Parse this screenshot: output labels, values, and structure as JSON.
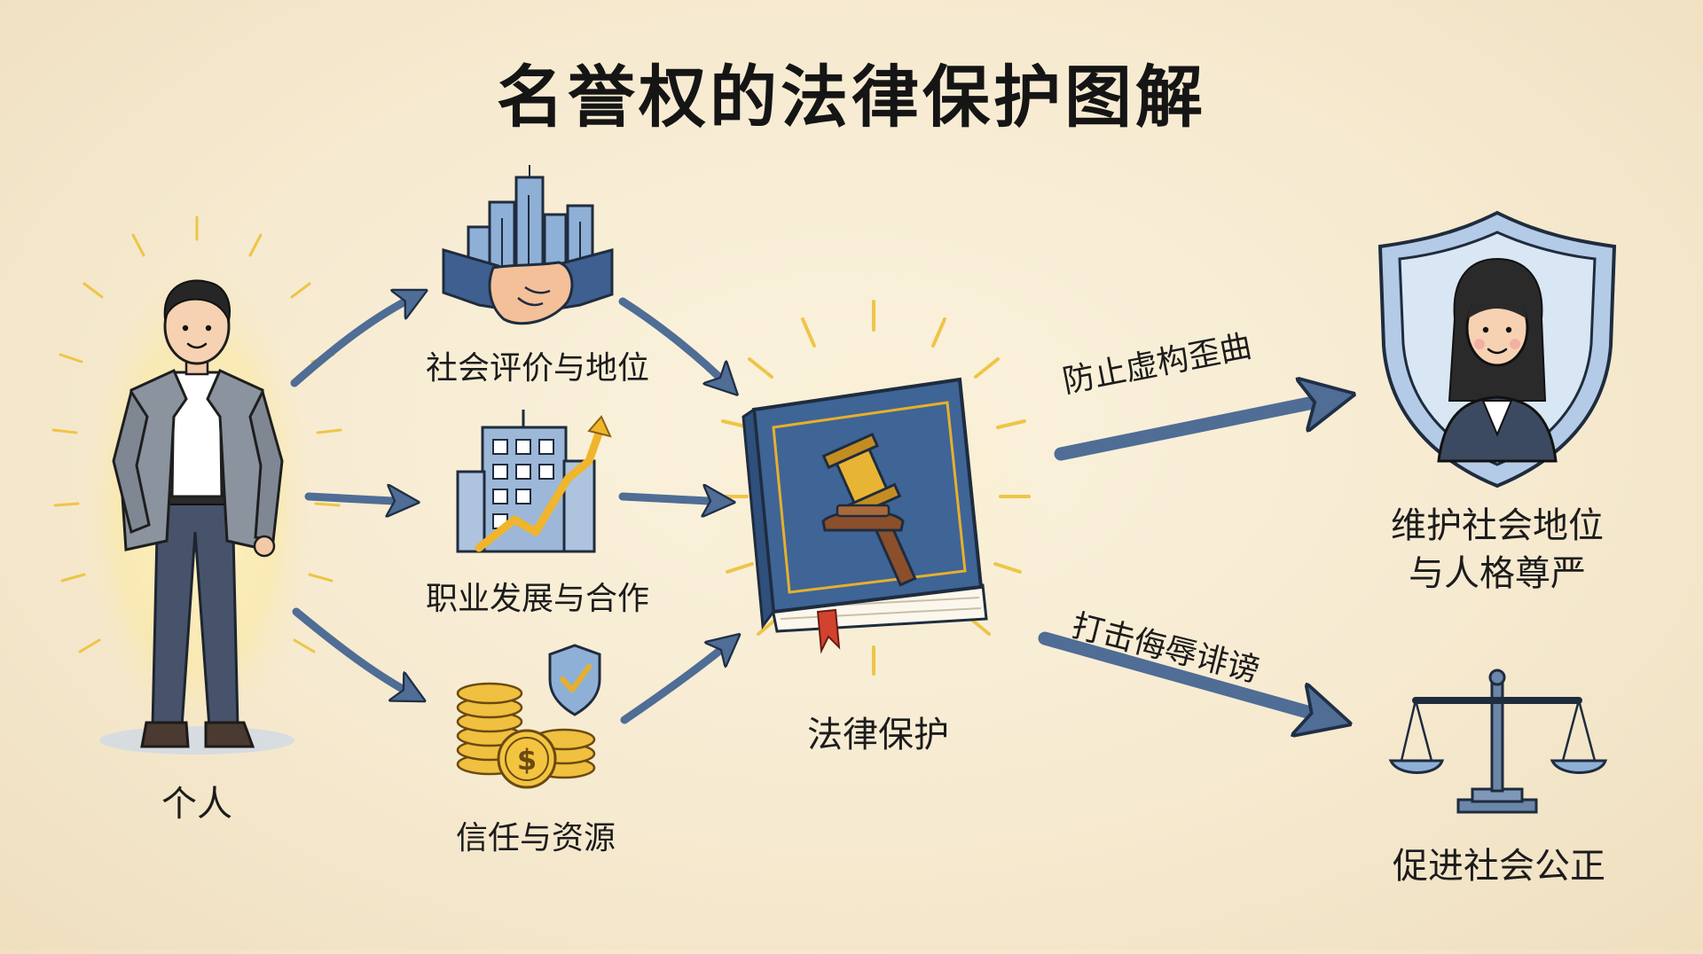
{
  "title": "名誉权的法律保护图解",
  "nodes": {
    "person": "个人",
    "social_evaluation": "社会评价与地位",
    "career": "职业发展与合作",
    "trust": "信任与资源",
    "law": "法律保护",
    "dignity_line1": "维护社会地位",
    "dignity_line2": "与人格尊严",
    "justice": "促进社会公正"
  },
  "edges": {
    "prevent": "防止虚构歪曲",
    "combat": "打击侮辱诽谤"
  },
  "icons": {
    "person": "businessman-figure",
    "social_evaluation": "handshake-city-icon",
    "career": "building-growth-chart-icon",
    "trust": "coins-shield-icon",
    "law": "law-book-gavel-icon",
    "dignity": "shield-woman-icon",
    "justice": "scales-of-justice-icon"
  },
  "colors": {
    "arrow": "#4f6d95",
    "book": "#3f6496",
    "glow": "#f1c94a",
    "gold": "#e6b02c",
    "shield": "#8fb2d8"
  }
}
